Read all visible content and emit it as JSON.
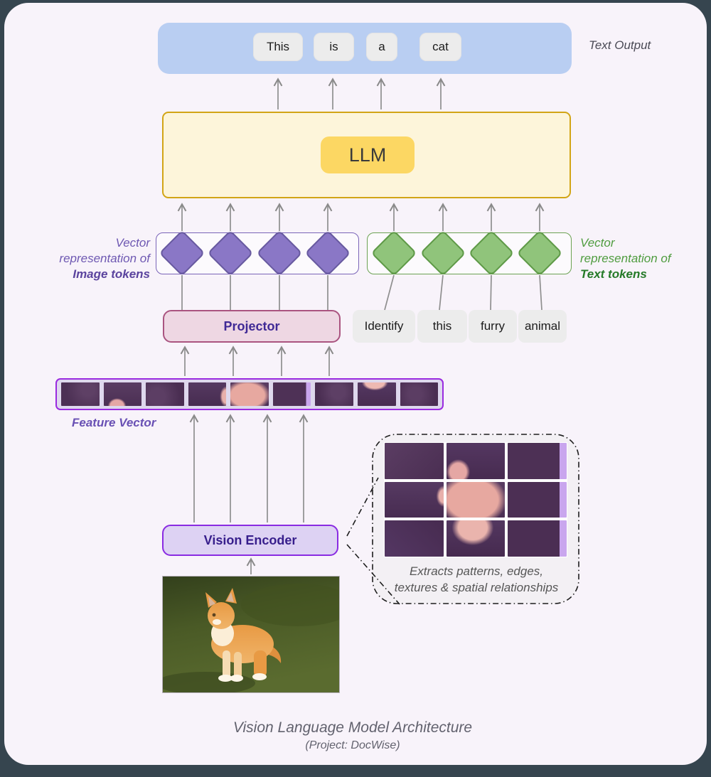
{
  "text_output": {
    "label": "Text Output",
    "tokens": [
      "This",
      "is",
      "a",
      "cat"
    ]
  },
  "llm": {
    "label": "LLM"
  },
  "image_tokens_label": {
    "line1": "Vector",
    "line2": "representation of",
    "line3": "Image tokens"
  },
  "text_tokens_label": {
    "line1": "Vector",
    "line2": "representation of",
    "line3": "Text tokens"
  },
  "projector": {
    "label": "Projector"
  },
  "prompt_tokens": [
    "Identify",
    "this",
    "furry",
    "animal"
  ],
  "feature_vector": {
    "label": "Feature Vector"
  },
  "vision_encoder": {
    "label": "Vision Encoder"
  },
  "callout": {
    "line1": "Extracts patterns, edges,",
    "line2": "textures & spatial relationships"
  },
  "caption": {
    "title": "Vision Language Model Architecture",
    "subtitle": "(Project: DocWise)"
  },
  "colors": {
    "card_bg": "#f8f3fa",
    "frame": "#36454f",
    "output_box": "#b9cef2",
    "llm_border": "#d2a516",
    "llm_badge": "#fcd763",
    "purple_accent": "#8a2be2",
    "green_accent": "#6ca253",
    "projector_border": "#aa5480",
    "arrow": "#8a8a8a"
  }
}
